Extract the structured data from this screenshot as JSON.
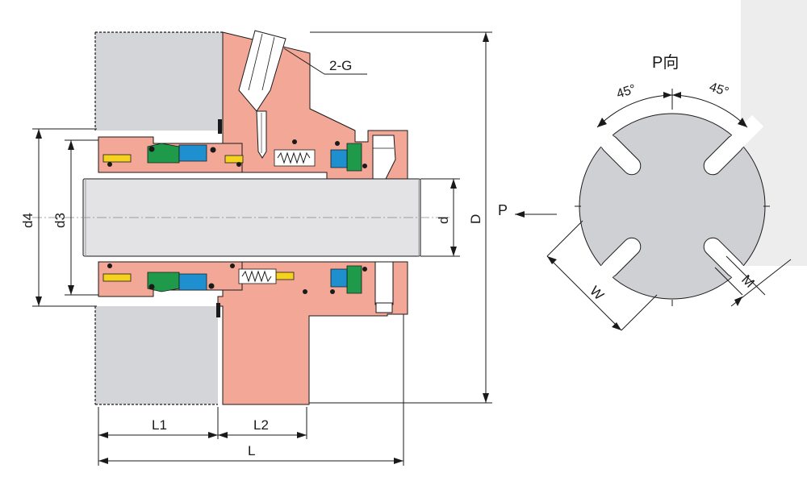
{
  "labels": {
    "thread": "2-G",
    "d4": "d4",
    "d3": "d3",
    "d": "d",
    "D": "D",
    "L1": "L1",
    "L2": "L2",
    "L": "L",
    "view": "P向",
    "angle_left": "45°",
    "angle_right": "45°",
    "P": "P",
    "W": "W",
    "M": "M"
  },
  "colors": {
    "gland": "#f2a797",
    "housing": "#d4d5d8",
    "shaft": "#e3e3e6",
    "face_green": "#1f9a4a",
    "face_blue": "#1e90d0",
    "insert_yellow": "#f4d21e",
    "oring": "#1a1a1a",
    "line": "#1a1a1a",
    "flange_view": "#cfd0d3",
    "corner_shade": "#ededed"
  }
}
